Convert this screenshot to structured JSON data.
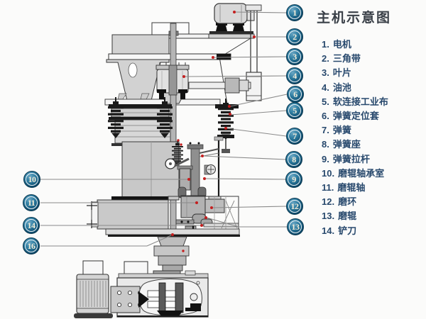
{
  "figure": {
    "type": "machine-schematic",
    "subject": "grinding-mill-main-unit"
  },
  "legend": {
    "title": "主机示意图",
    "items": [
      {
        "num": "1.",
        "label": "电机"
      },
      {
        "num": "2.",
        "label": "三角带"
      },
      {
        "num": "3.",
        "label": "叶片"
      },
      {
        "num": "4.",
        "label": "油池"
      },
      {
        "num": "5.",
        "label": "软连接工业布"
      },
      {
        "num": "6.",
        "label": "弹簧定位套"
      },
      {
        "num": "7.",
        "label": "弹簧"
      },
      {
        "num": "8.",
        "label": "弹簧座"
      },
      {
        "num": "9.",
        "label": "弹簧拉杆"
      },
      {
        "num": "10.",
        "label": "磨辊轴承室"
      },
      {
        "num": "11.",
        "label": "磨辊轴"
      },
      {
        "num": "12.",
        "label": "磨环"
      },
      {
        "num": "13.",
        "label": "磨辊"
      },
      {
        "num": "14.",
        "label": "铲刀"
      }
    ]
  },
  "callouts": {
    "badges": [
      {
        "n": "1"
      },
      {
        "n": "2"
      },
      {
        "n": "3"
      },
      {
        "n": "4"
      },
      {
        "n": "6"
      },
      {
        "n": "5"
      },
      {
        "n": "7"
      },
      {
        "n": "8"
      },
      {
        "n": "9"
      },
      {
        "n": "12"
      },
      {
        "n": "13"
      },
      {
        "n": "10"
      },
      {
        "n": "11"
      },
      {
        "n": "14"
      },
      {
        "n": "16"
      }
    ]
  },
  "colors": {
    "badge_fill": "#0f4d6e",
    "badge_text": "#f2ecd8",
    "legend_text": "#28496d",
    "title_text": "#3a4048",
    "marker_red": "#c41f1f",
    "line_gray": "#8a8a8a",
    "machine_gray": "#cfcfcf"
  }
}
